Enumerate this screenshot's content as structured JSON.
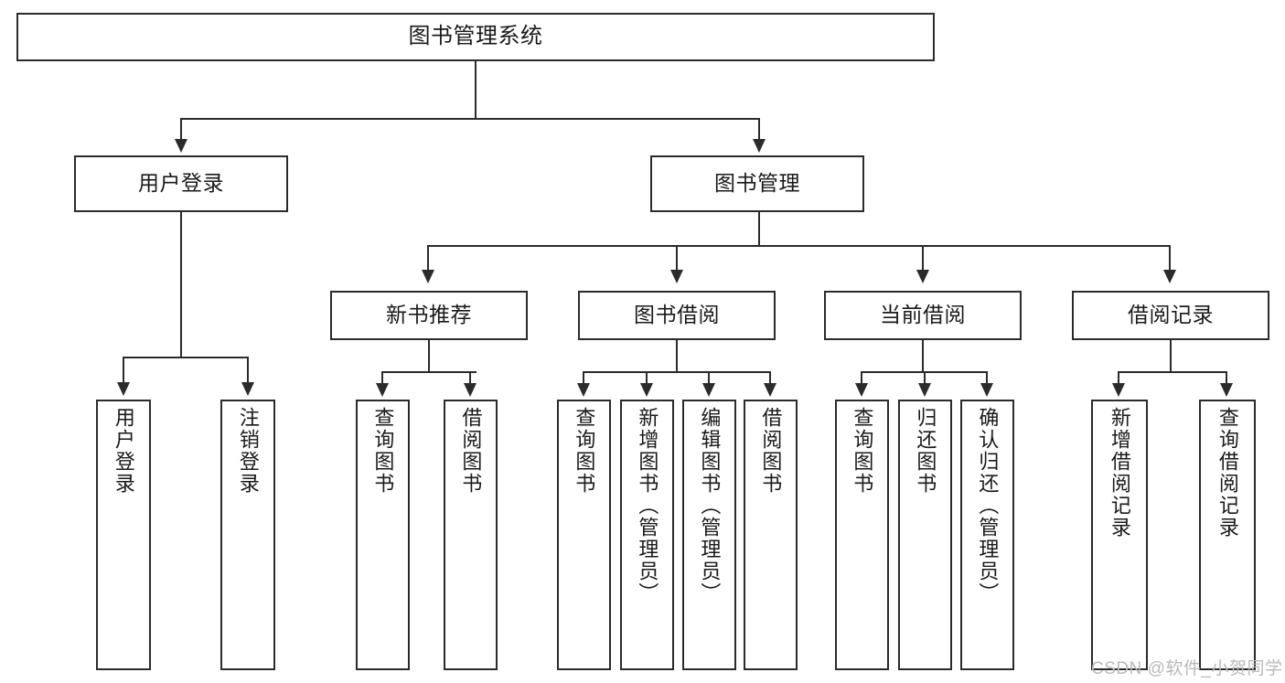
{
  "diagram": {
    "title": "图书管理系统",
    "watermark": "CSDN @软件_小贺同学",
    "accent_color": "#2b2b2b",
    "background_color": "#ffffff",
    "levels": {
      "level1": [
        {
          "id": "root",
          "label": "图书管理系统"
        }
      ],
      "level2": [
        {
          "id": "user-login",
          "label": "用户登录"
        },
        {
          "id": "book-management",
          "label": "图书管理"
        }
      ],
      "level3": [
        {
          "id": "new-book-recommend",
          "label": "新书推荐",
          "parent": "book-management"
        },
        {
          "id": "book-borrow",
          "label": "图书借阅",
          "parent": "book-management"
        },
        {
          "id": "current-borrow",
          "label": "当前借阅",
          "parent": "book-management"
        },
        {
          "id": "borrow-record",
          "label": "借阅记录",
          "parent": "book-management"
        }
      ],
      "leaves": [
        {
          "id": "leaf-user-login",
          "label": "用户登录",
          "parent": "user-login"
        },
        {
          "id": "leaf-logout-login",
          "label": "注销登录",
          "parent": "user-login"
        },
        {
          "id": "leaf-query-book-1",
          "label": "查询图书",
          "parent": "new-book-recommend"
        },
        {
          "id": "leaf-borrow-book-1",
          "label": "借阅图书",
          "parent": "new-book-recommend"
        },
        {
          "id": "leaf-query-book-2",
          "label": "查询图书",
          "parent": "book-borrow"
        },
        {
          "id": "leaf-add-book",
          "label": "新增图书（管理员）",
          "parent": "book-borrow"
        },
        {
          "id": "leaf-edit-book",
          "label": "编辑图书（管理员）",
          "parent": "book-borrow"
        },
        {
          "id": "leaf-borrow-book-2",
          "label": "借阅图书",
          "parent": "book-borrow"
        },
        {
          "id": "leaf-query-book-3",
          "label": "查询图书",
          "parent": "current-borrow"
        },
        {
          "id": "leaf-return-book",
          "label": "归还图书",
          "parent": "current-borrow"
        },
        {
          "id": "leaf-confirm-return",
          "label": "确认归还（管理员）",
          "parent": "current-borrow"
        },
        {
          "id": "leaf-add-record",
          "label": "新增借阅记录",
          "parent": "borrow-record"
        },
        {
          "id": "leaf-query-record",
          "label": "查询借阅记录",
          "parent": "borrow-record"
        }
      ]
    }
  }
}
